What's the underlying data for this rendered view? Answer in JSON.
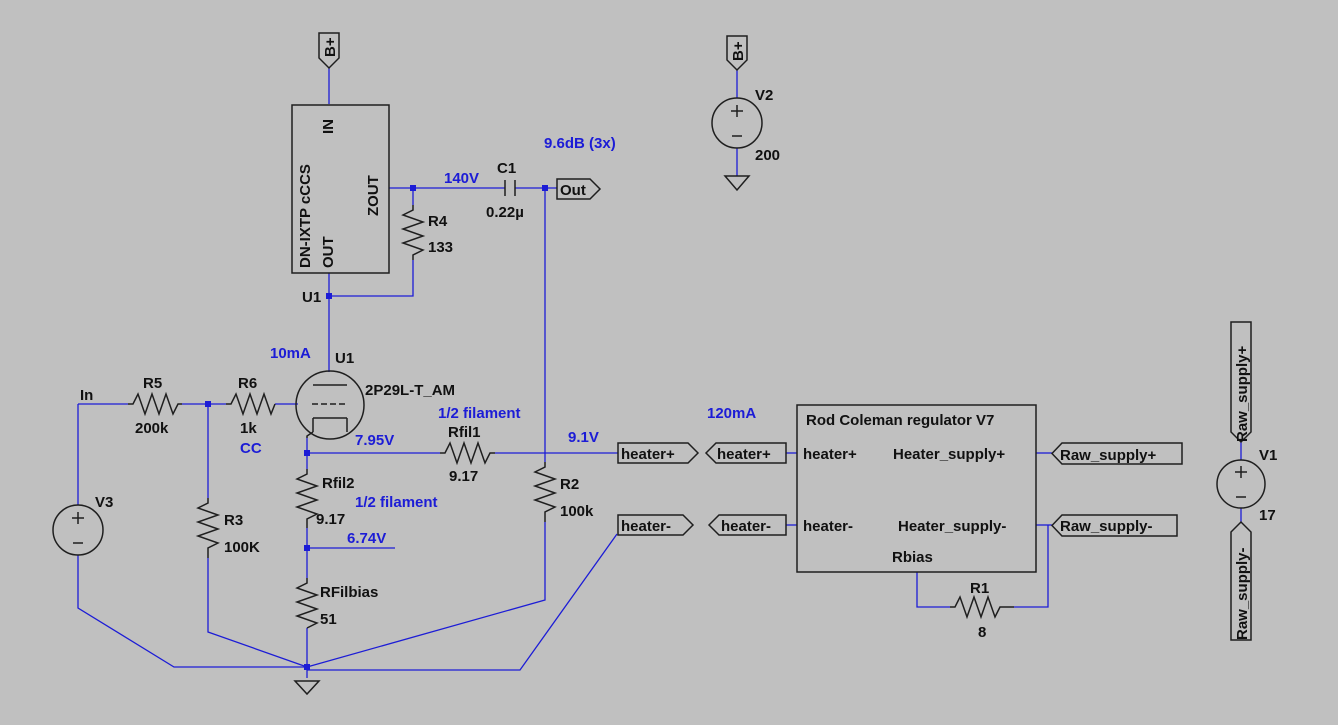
{
  "components": {
    "ccs": {
      "body": "DN-IXTP cCCS",
      "pin_in": "IN",
      "pin_zout": "ZOUT",
      "pin_out": "OUT",
      "ref": "U1"
    },
    "tube": {
      "ref": "U1",
      "model": "2P29L-T_AM"
    },
    "regulator": {
      "title": "Rod Coleman regulator V7",
      "pin_hplus": "heater+",
      "pin_hminus": "heater-",
      "pin_supplyplus": "Heater_supply+",
      "pin_supplyminus": "Heater_supply-",
      "pin_rbias": "Rbias"
    },
    "C1": {
      "ref": "C1",
      "value": "0.22µ"
    },
    "R1": {
      "ref": "R1",
      "value": "8"
    },
    "R2": {
      "ref": "R2",
      "value": "100k"
    },
    "R3": {
      "ref": "R3",
      "value": "100K"
    },
    "R4": {
      "ref": "R4",
      "value": "133"
    },
    "R5": {
      "ref": "R5",
      "value": "200k"
    },
    "R6": {
      "ref": "R6",
      "value": "1k"
    },
    "Rfil1": {
      "ref": "Rfil1",
      "value": "9.17"
    },
    "Rfil2": {
      "ref": "Rfil2",
      "value": "9.17"
    },
    "RFilbias": {
      "ref": "RFilbias",
      "value": "51"
    },
    "V1": {
      "ref": "V1",
      "value": "17"
    },
    "V2": {
      "ref": "V2",
      "value": "200"
    },
    "V3": {
      "ref": "V3"
    }
  },
  "net_labels": {
    "bplus": "B+",
    "out": "Out",
    "in": "In",
    "heater_plus": "heater+",
    "heater_minus": "heater-",
    "raw_supply_plus": "Raw_supply+",
    "raw_supply_minus": "Raw_supply-"
  },
  "annotations": {
    "gain": "9.6dB (3x)",
    "v_anode": "140V",
    "i_anode": "10mA",
    "cc": "CC",
    "fil_half_1": "1/2 filament",
    "fil_half_2": "1/2 filament",
    "v_fil_top": "7.95V",
    "v_heater": "9.1V",
    "v_fil_mid": "6.74V",
    "i_heater": "120mA"
  }
}
